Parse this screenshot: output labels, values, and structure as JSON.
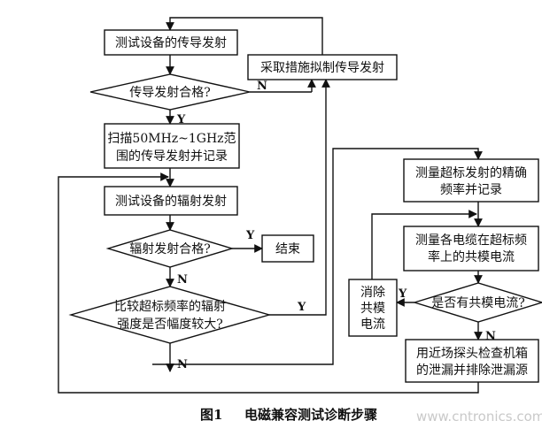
{
  "nodes": {
    "test_conducted": "测试设备的传导发射",
    "take_measures": "采取措施拟制传导发射",
    "conducted_pass": "传导发射合格?",
    "scan_line1": "扫描50MHz~1GHz范",
    "scan_line2": "围的传导发射并记录",
    "test_radiated": "测试设备的辐射发射",
    "radiated_pass": "辐射发射合格?",
    "end": "结束",
    "compare_line1": "比较超标频率的辐射",
    "compare_line2": "强度是否幅度较大?",
    "measure_freq_line1": "测量超标发射的精确",
    "measure_freq_line2": "频率并记录",
    "measure_cm_line1": "测量各电缆在超标频",
    "measure_cm_line2": "率上的共模电流",
    "eliminate_line1": "消除",
    "eliminate_line2": "共模",
    "eliminate_line3": "电流",
    "has_cm": "是否有共模电流?",
    "probe_line1": "用近场探头检查机箱",
    "probe_line2": "的泄漏并排除泄漏源"
  },
  "labels": {
    "yes": "Y",
    "no": "N"
  },
  "caption": {
    "number": "图1",
    "title": "电磁兼容测试诊断步骤"
  },
  "watermark": "www.cntronics.com"
}
